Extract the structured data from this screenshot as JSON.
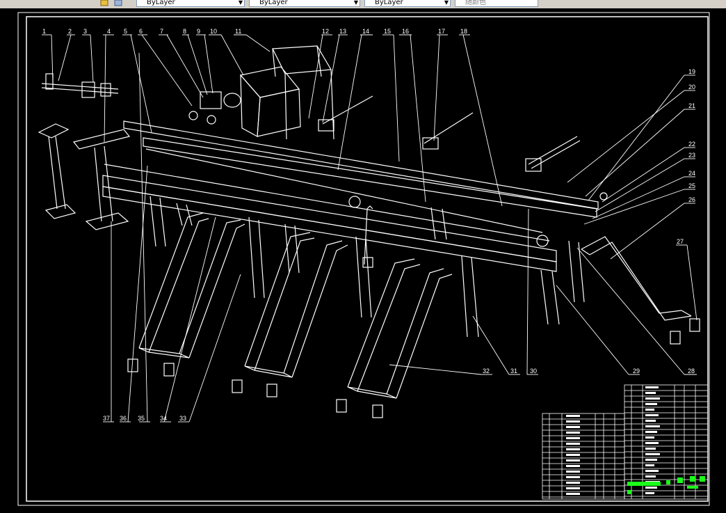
{
  "toolbar": {
    "layer_value": "ByLayer",
    "color_value": "ByLayer",
    "linetype_value": "ByLayer",
    "plotstyle_value": "随颜色"
  },
  "callouts": {
    "top": [
      "1",
      "2",
      "3",
      "4",
      "5",
      "6",
      "7",
      "8",
      "9",
      "10",
      "11",
      "12",
      "13",
      "14",
      "15",
      "16",
      "17",
      "18"
    ],
    "right": [
      "19",
      "20",
      "21",
      "22",
      "23",
      "24",
      "25",
      "26",
      "27",
      "28",
      "29"
    ],
    "bottom": [
      "30",
      "31",
      "32",
      "33",
      "34",
      "35",
      "36",
      "37"
    ]
  },
  "colors": {
    "background": "#000000",
    "lines": "#ffffff",
    "highlight": "#1aff1a",
    "toolbar": "#d4d0c8"
  }
}
